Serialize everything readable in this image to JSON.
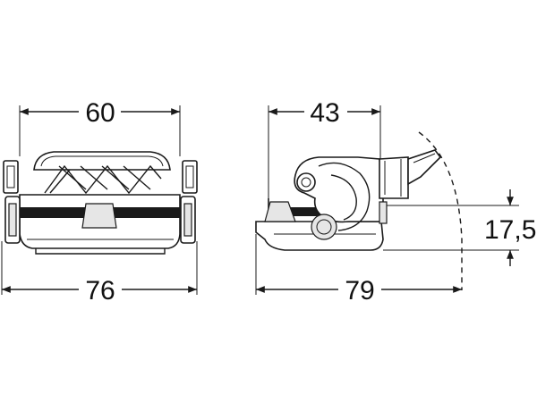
{
  "dimensions": {
    "front_top_width": "60",
    "front_bottom_width": "76",
    "side_top_width": "43",
    "side_bottom_width": "79",
    "side_height": "17,5"
  },
  "colors": {
    "line": "#1a1a1a",
    "fill": "#ffffff",
    "shade": "#e6e6e6"
  }
}
